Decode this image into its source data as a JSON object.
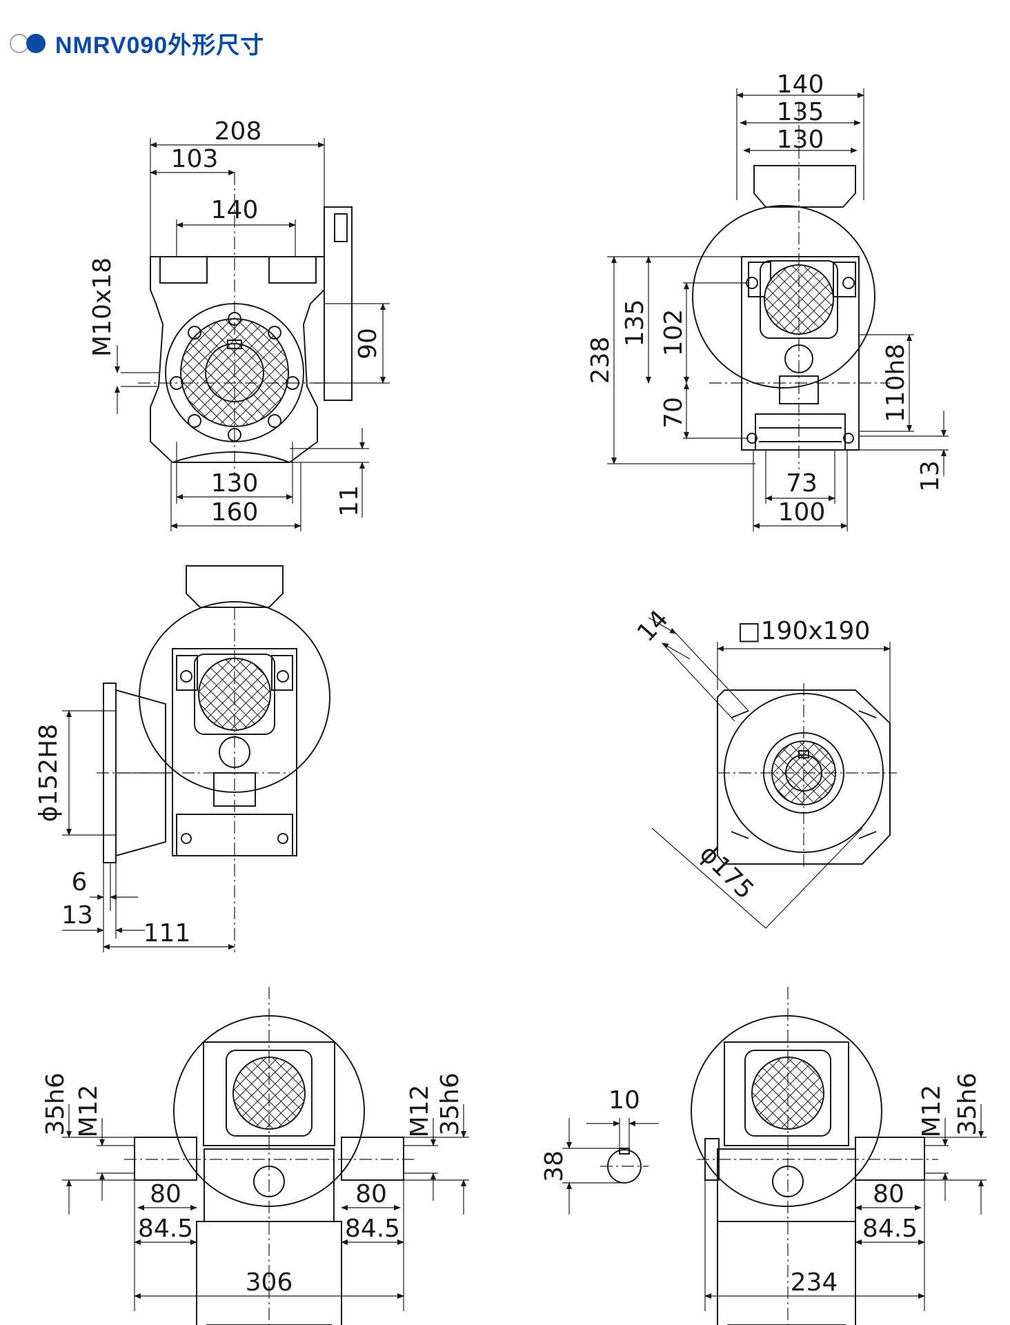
{
  "header": {
    "title": "NMRV090外形尺寸"
  },
  "colors": {
    "title": "#0b4aa2",
    "line": "#1a1a1a"
  },
  "views": {
    "front": {
      "d208": "208",
      "d103": "103",
      "d140": "140",
      "m10": "M10x18",
      "d90": "90",
      "d130": "130",
      "d160": "160",
      "d11": "11"
    },
    "side": {
      "d140": "140",
      "d135": "135",
      "d130": "130",
      "d238": "238",
      "d135v": "135",
      "d102": "102",
      "d70": "70",
      "d110h8": "110h8",
      "d13": "13",
      "d73": "73",
      "d100": "100"
    },
    "flangeSide": {
      "d152h8": "ϕ152H8",
      "d6": "6",
      "d13": "13",
      "d111": "111"
    },
    "flangeFront": {
      "d14": "14",
      "sq": "□190x190",
      "d175": "ϕ175"
    },
    "doubleShaft": {
      "s35l": "35h6",
      "m12l": "M12",
      "s35r": "35h6",
      "m12r": "M12",
      "d80l": "80",
      "d80r": "80",
      "d845l": "84.5",
      "d845r": "84.5",
      "d306": "306"
    },
    "shaftSection": {
      "d10": "10",
      "d38": "38"
    },
    "singleShaft": {
      "m12": "M12",
      "s35": "35h6",
      "d80": "80",
      "d845": "84.5",
      "d234": "234"
    }
  }
}
